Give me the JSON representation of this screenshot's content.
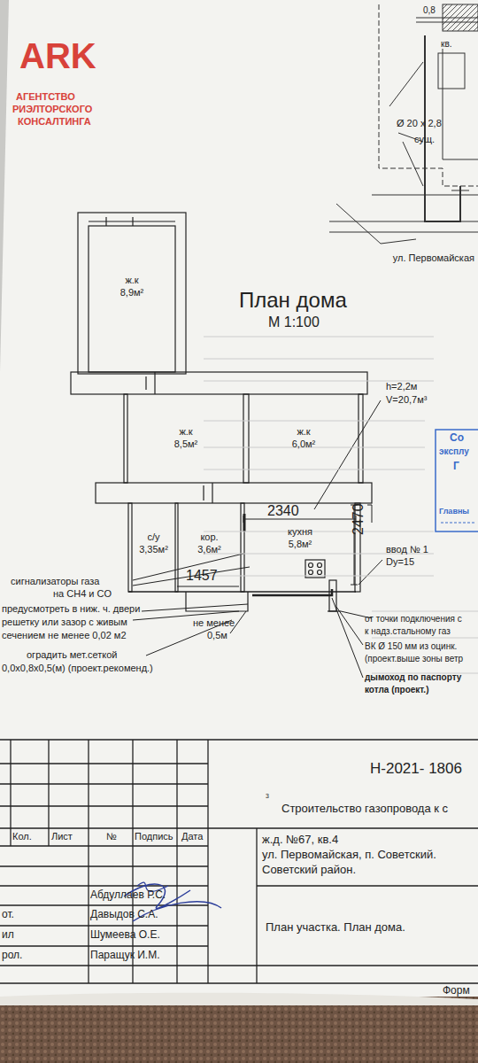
{
  "diagram": {
    "title": "План дома",
    "nodes": [
      {
        "text": [
          "ж.к",
          "8,9м²"
        ]
      },
      {
        "text": [
          "ж.к",
          "8,5м²"
        ]
      },
      {
        "text": [
          "ж.к",
          "6,0м²"
        ]
      },
      {
        "text": [
          "с/у",
          "3,35м²"
        ]
      },
      {
        "text": [
          "кор.",
          "3,6м²"
        ]
      },
      {
        "text": [
          "кухня",
          "5,8м²"
        ]
      }
    ],
    "labels": [
      "ARK",
      "АГЕНТСТВО",
      "РИЭЛТОРСКОГО",
      "КОНСАЛТИНГА",
      "0,8",
      "кв.",
      "Ø 20 x 2,8",
      "сущ.",
      "ул. Первомайская",
      "М 1:100",
      "h=2,2м",
      "V=20,7м³",
      "2340",
      "2470",
      "1457",
      "ввод № 1",
      "Dy=15",
      "сигнализаторы газа",
      "на CH4 и CO",
      "предусмотреть в ниж. ч. двери",
      "решетку или зазор с живым",
      "сечением не менее 0,02 м2",
      "оградить мет.сеткой",
      "0,0x0,8x0,5(м) (проект.рекоменд.)",
      "не менее",
      "0,5м",
      "от точки подключения  с",
      "к надз.стальному газ",
      "ВК Ø 150 мм из оцинк.",
      "(проект.выше зоны ветр",
      "дымоход по паспорту",
      "котла (проект.)",
      "3",
      "Н-2021- 1806",
      "Строительство газопровода к с",
      "Кол.",
      "Лист",
      "№",
      "Подпись",
      "Дата",
      "ж.д. №67, кв.4",
      "ул. Первомайская, п. Советский.",
      "Советский район.",
      "План участка. План дома.",
      "Абдуллаев Р.С.",
      "от.",
      "Давыдов С.А.",
      "ил",
      "Шумеева О.Е.",
      "рол.",
      "Паращук И.М.",
      "Форм",
      "Со",
      "эксплу",
      "Г",
      "Главны"
    ]
  }
}
